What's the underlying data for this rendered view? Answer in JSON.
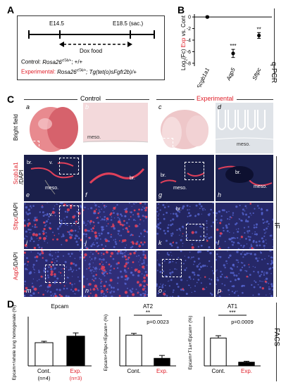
{
  "panelA": {
    "letter": "A",
    "e145": "E14.5",
    "e185": "E18.5 (sac.)",
    "dox": "Dox food",
    "control_label": "Control:",
    "control_geno": "Rosa26",
    "control_sup": "rtTA/+",
    "control_suffix": "; +/+",
    "exp_label": "Experimental:",
    "exp_geno": "Rosa26",
    "exp_sup": "rtTA/+",
    "exp_suffix": "; Tg(tet(o)sFgfr2b)/+"
  },
  "panelB": {
    "letter": "B",
    "ylabel_pre": "Log",
    "ylabel_sub": "2",
    "ylabel_mid": "(Fc) ",
    "ylabel_exp": "Exp",
    "ylabel_post": " vs. Cont",
    "side_label": "q-PCR",
    "chart_data": {
      "type": "scatter",
      "categories": [
        "Scgb1a1",
        "Aqp5",
        "Sftpc"
      ],
      "values": [
        0,
        -6.3,
        -3.2
      ],
      "errors": [
        0.15,
        0.7,
        0.5
      ],
      "significance": [
        "",
        "***",
        "**"
      ],
      "yticks": [
        0,
        -2,
        -4,
        -6,
        -8
      ],
      "ylim": [
        -8.5,
        0.5
      ]
    }
  },
  "panelC": {
    "letter": "C",
    "control": "Control",
    "experimental": "Experimental",
    "row_labels": {
      "bf": "Bright field",
      "scgb": "Scgb1a1",
      "sftpc": "Sftpc",
      "aqp5": "Aqp5",
      "dapi": "/DAPI"
    },
    "tiles": {
      "a": "a",
      "b": "b",
      "c": "c",
      "d": "d",
      "e": "e",
      "f": "f",
      "g": "g",
      "h": "h",
      "i": "i",
      "j": "j",
      "k": "k",
      "l": "l",
      "m": "m",
      "n": "n",
      "o": "o",
      "p": "p"
    },
    "annot": {
      "meso": "meso.",
      "br": "br.",
      "v": "v."
    },
    "side_label": "IF"
  },
  "panelD": {
    "letter": "D",
    "side_label": "FACS",
    "charts": [
      {
        "type": "bar",
        "title": "Epcam",
        "ylabel": "Epcam+/whole lung homogenate (%)",
        "categories": [
          "Cont.",
          "Exp."
        ],
        "category_notes": [
          "(n=4)",
          "(n=3)"
        ],
        "values": [
          25,
          32
        ],
        "errors": [
          1.5,
          3.5
        ],
        "ylim": [
          0,
          50
        ],
        "yticks": [
          0,
          10,
          20,
          30,
          40,
          50
        ],
        "pvalue": "",
        "stars": ""
      },
      {
        "type": "bar",
        "title": "AT2",
        "ylabel": "Epcam+Sftpc+/Epcam+ (%)",
        "categories": [
          "Cont.",
          "Exp."
        ],
        "values": [
          53,
          13
        ],
        "errors": [
          3,
          5
        ],
        "ylim": [
          0,
          80
        ],
        "yticks": [
          0,
          20,
          40,
          60,
          80
        ],
        "pvalue": "p=0.0023",
        "stars": "**"
      },
      {
        "type": "bar",
        "title": "AT1",
        "ylabel": "Epcam+T1a+/Epcam+ (%)",
        "categories": [
          "Cont.",
          "Exp."
        ],
        "values": [
          30,
          4
        ],
        "errors": [
          2.5,
          1
        ],
        "ylim": [
          0,
          50
        ],
        "yticks": [
          0,
          10,
          20,
          30,
          40,
          50
        ],
        "pvalue": "p=0.0009",
        "stars": "***"
      }
    ]
  }
}
